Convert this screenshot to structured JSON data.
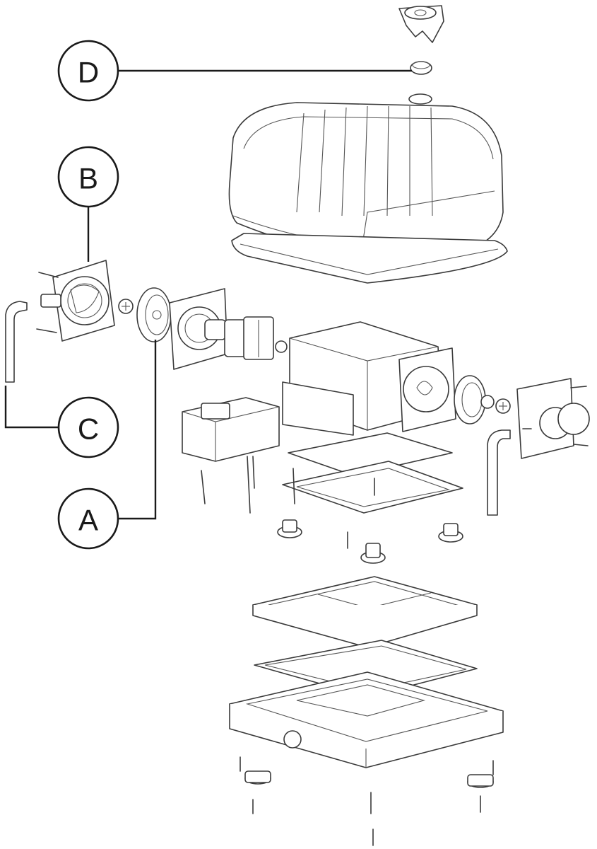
{
  "callouts": {
    "a": {
      "letter": "A"
    },
    "b": {
      "letter": "B"
    },
    "c": {
      "letter": "C"
    },
    "d": {
      "letter": "D"
    }
  },
  "colors": {
    "line": "#3a3a3a",
    "leader": "#1a1a1a",
    "background": "#ffffff"
  }
}
